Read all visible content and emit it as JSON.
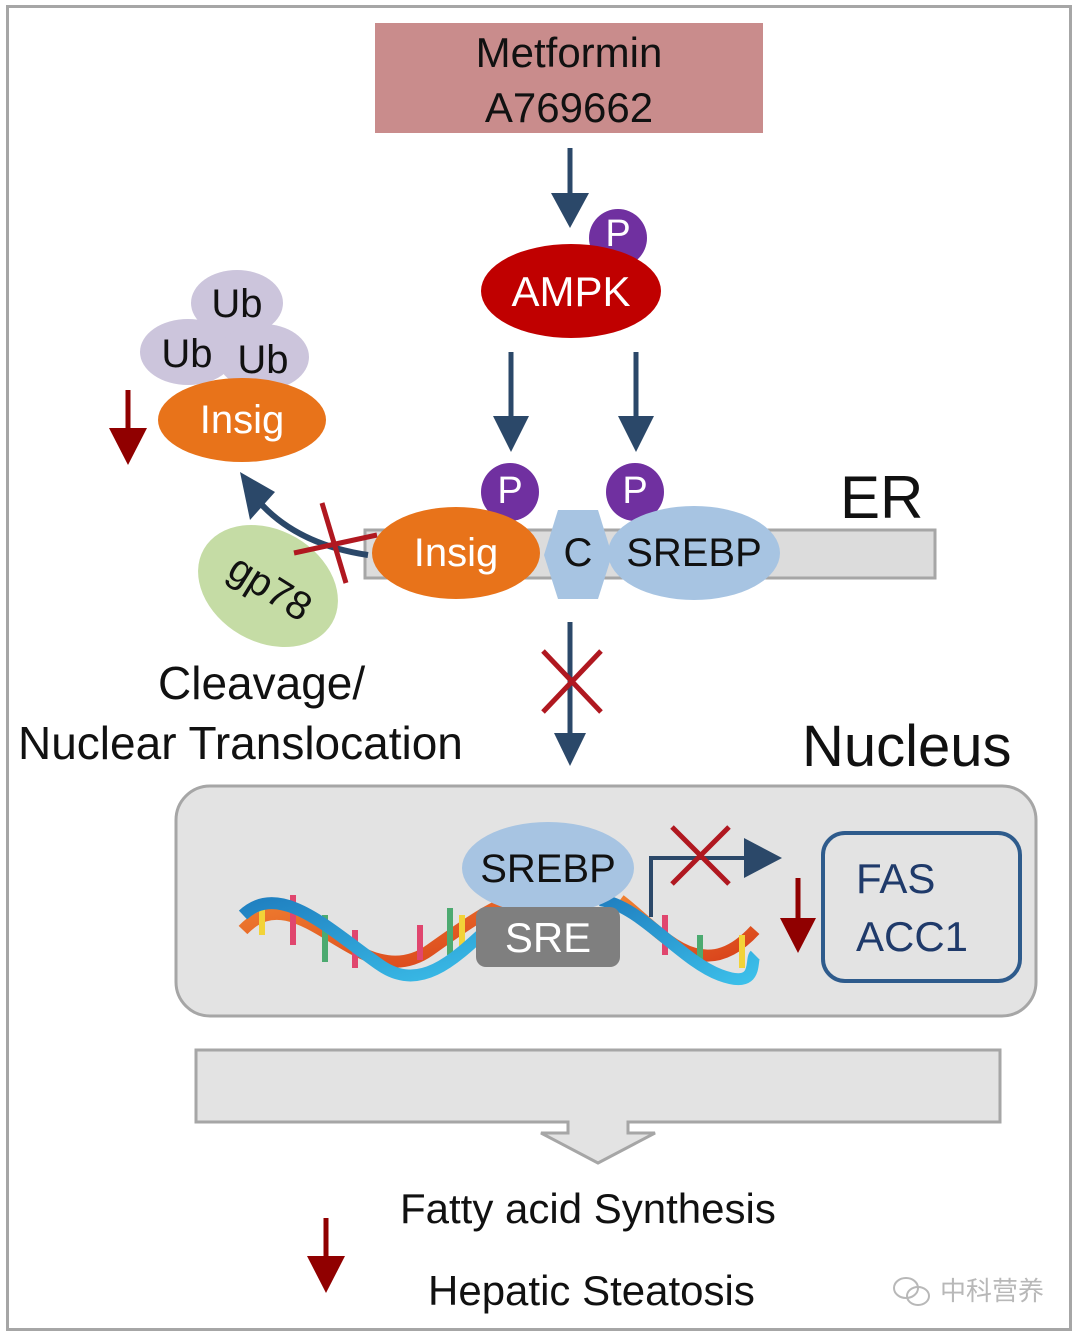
{
  "title": "Metformin / AMPK inhibits SREBP pathway",
  "colors": {
    "drug_box": "#c98c8c",
    "ampk": "#c00000",
    "phospho": "#7030a0",
    "insig": "#e8731a",
    "ubiquitin": "#ccc5dc",
    "srebp": "#a7c4e2",
    "gp78": "#c5dca5",
    "er_bar": "#dcdcdc",
    "nucleus": "#e3e3e3",
    "arrow_blue": "#2b4869",
    "down_red": "#900000",
    "cross_red": "#b01820",
    "sre_box": "#7f7f7f",
    "gene_box_border": "#2e5b8c"
  },
  "drug_box": {
    "line1": "Metformin",
    "line2": "A769662"
  },
  "ampk": {
    "label": "AMPK",
    "phospho": "P"
  },
  "ubiquitin": [
    "Ub",
    "Ub",
    "Ub"
  ],
  "insig_free": {
    "label": "Insig"
  },
  "gp78": {
    "label": "gp78"
  },
  "er_complex": {
    "insig": "Insig",
    "scap": "C",
    "srebp": "SREBP",
    "phospho_1": "P",
    "phospho_2": "P",
    "er_label": "ER"
  },
  "cleavage_label": {
    "line1": "Cleavage/",
    "line2": "Nuclear Translocation"
  },
  "nucleus": {
    "label": "Nucleus",
    "srebp": "SREBP",
    "sre": "SRE",
    "genes": [
      "FAS",
      "ACC1"
    ]
  },
  "outcome": {
    "line1": "Fatty acid Synthesis",
    "line2": "Hepatic Steatosis"
  },
  "watermark": {
    "text": "中科营养",
    "icon": "wechat-icon"
  }
}
